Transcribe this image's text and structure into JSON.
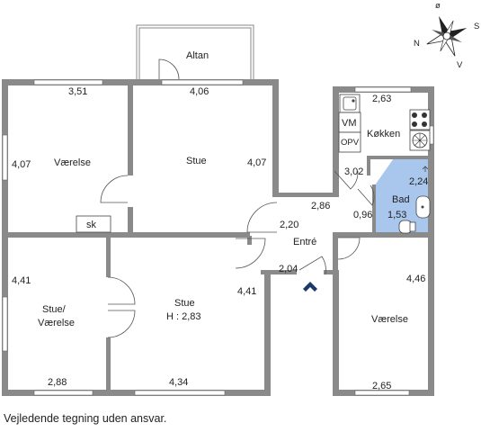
{
  "compass": {
    "n": "N",
    "s": "S",
    "o": "ø",
    "v": "V"
  },
  "rooms": {
    "altan": "Altan",
    "vaerelse_left": "Værelse",
    "stue_top": "Stue",
    "koekken": "Køkken",
    "vm": "VM",
    "opv": "OPV",
    "bad": "Bad",
    "entre": "Entré",
    "stue_vaerelse_1": "Stue/",
    "stue_vaerelse_2": "Værelse",
    "stue_bottom": "Stue",
    "stue_bottom_height": "H : 2,83",
    "vaerelse_right": "Værelse",
    "sk": "sk"
  },
  "dims": {
    "d351": "3,51",
    "d406": "4,06",
    "d263": "2,63",
    "d407_left": "4,07",
    "d407_stue": "4,07",
    "d302": "3,02",
    "d224": "2,24",
    "d286": "2,86",
    "d096": "0,96",
    "d153": "1,53",
    "d220": "2,20",
    "d204": "2,04",
    "d441_left": "4,41",
    "d441_stue": "4,41",
    "d446": "4,46",
    "d288": "2,88",
    "d434": "4,34",
    "d265": "2,65"
  },
  "colors": {
    "wall": "#8a8a8a",
    "bath": "#a9c6ec",
    "entrance_arrow": "#1a3a6b"
  },
  "disclaimer": "Vejledende tegning uden ansvar."
}
